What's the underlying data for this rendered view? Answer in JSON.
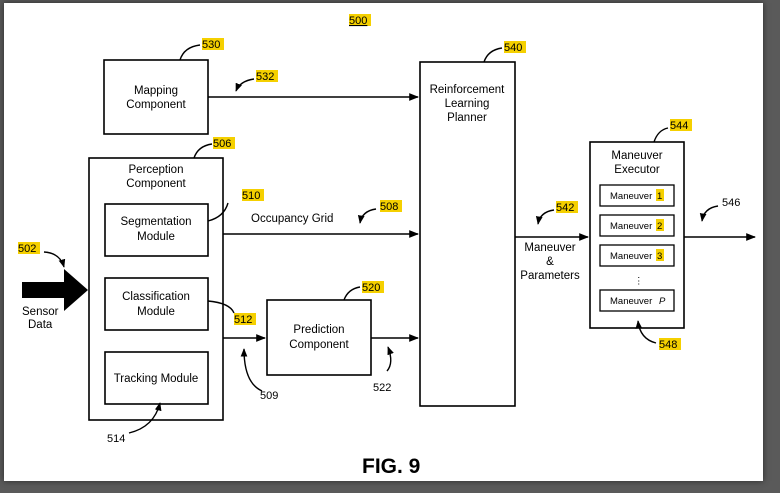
{
  "figure": {
    "ref_main": "500",
    "caption": "FIG. 9"
  },
  "mapping": {
    "label_1": "Mapping",
    "label_2": "Component",
    "ref": "530",
    "arrow_ref": "532"
  },
  "perception": {
    "label_1": "Perception",
    "label_2": "Component",
    "ref": "506",
    "segmentation": {
      "label_1": "Segmentation",
      "label_2": "Module",
      "ref": "510"
    },
    "classification": {
      "label_1": "Classification",
      "label_2": "Module",
      "ref": "512"
    },
    "tracking": {
      "label": "Tracking Module",
      "ref": "514"
    }
  },
  "sensor": {
    "label_1": "Sensor",
    "label_2": "Data",
    "ref": "502"
  },
  "occupancy": {
    "label": "Occupancy Grid",
    "ref": "508"
  },
  "prediction": {
    "label_1": "Prediction",
    "label_2": "Component",
    "ref": "520",
    "in_ref": "509",
    "out_ref": "522"
  },
  "planner": {
    "label_1": "Reinforcement",
    "label_2": "Learning",
    "label_3": "Planner",
    "ref": "540"
  },
  "maneuver_params": {
    "label_1": "Maneuver",
    "label_2": "&",
    "label_3": "Parameters",
    "ref": "542"
  },
  "executor": {
    "label_1": "Maneuver",
    "label_2": "Executor",
    "ref": "544",
    "bottom_ref": "548",
    "out_ref": "546",
    "items": [
      {
        "text": "Maneuver",
        "num": "1"
      },
      {
        "text": "Maneuver",
        "num": "2"
      },
      {
        "text": "Maneuver",
        "num": "3"
      },
      {
        "text": "Maneuver",
        "num": "P"
      }
    ],
    "ellipsis": "⋮"
  }
}
